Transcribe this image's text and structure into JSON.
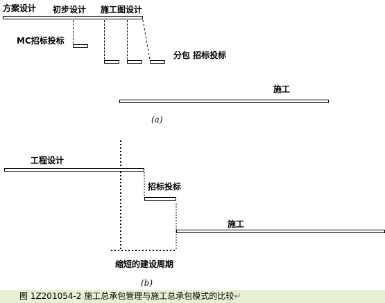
{
  "diagram_a": {
    "phase_labels": [
      "方案设计",
      "初步设计",
      "施工图设计"
    ],
    "mc_label": "MC招标投标",
    "sub_label": "分包 招标投标",
    "construction_label": "施工",
    "panel_label": "(a)"
  },
  "diagram_b": {
    "design_label": "工程设计",
    "bidding_label": "招标投标",
    "construction_label": "施工",
    "shortened_label": "缩短的建设周期",
    "panel_label": "(b)"
  },
  "caption": "图 1Z201054-2 施工总承包管理与施工总承包模式的比较",
  "return_mark": "↵"
}
